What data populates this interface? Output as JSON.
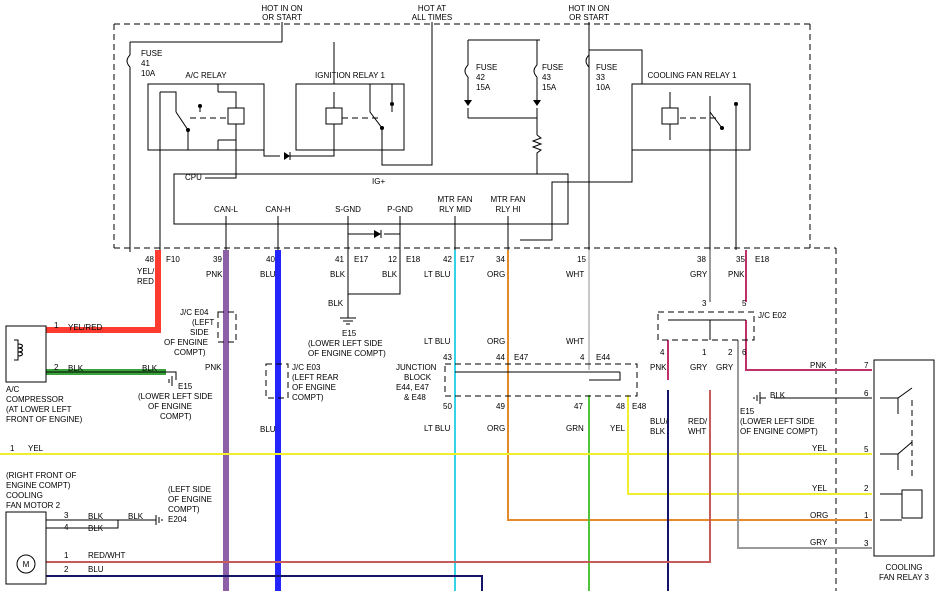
{
  "title": "",
  "palette": {
    "red": "#ff3a2e",
    "purple": "#8d5fa6",
    "blue": "#2424ff",
    "lt_blu": "#34d3e6",
    "org": "#e58a2a",
    "wht": "#c8c8c8",
    "grn": "#52c43c",
    "yel": "#f2ee2a",
    "pnk": "#c0306a",
    "blu_dark": "#14146a",
    "red_wht": "#c85a5a",
    "gry": "#9a9a9a",
    "blk_green": "#3aa23a"
  },
  "sources": {
    "hot1": [
      "HOT IN ON",
      "OR START"
    ],
    "hot2": [
      "HOT AT",
      "ALL TIMES"
    ],
    "hot3": [
      "HOT IN ON",
      "OR START"
    ]
  },
  "fuses": {
    "f41": [
      "FUSE",
      "41",
      "10A"
    ],
    "f42": [
      "FUSE",
      "42",
      "15A"
    ],
    "f43": [
      "FUSE",
      "43",
      "15A"
    ],
    "f33": [
      "FUSE",
      "33",
      "10A"
    ]
  },
  "relays": {
    "ac": "A/C RELAY",
    "ign": "IGNITION RELAY 1",
    "cool1": "COOLING FAN RELAY 1",
    "cool3": [
      "COOLING",
      "FAN RELAY 3"
    ]
  },
  "cpu": {
    "label": "CPU",
    "ig": "IG+",
    "canl": "CAN-L",
    "canh": "CAN-H",
    "sgnd": "S-GND",
    "pgnd": "P-GND",
    "mtrmid": [
      "MTR FAN",
      "RLY MID"
    ],
    "mtrhi": [
      "MTR FAN",
      "RLY HI"
    ]
  },
  "pins": {
    "p48": "48",
    "f10": "F10",
    "p39": "39",
    "p40": "40",
    "p41": "41",
    "e17a": "E17",
    "p12": "12",
    "e18a": "E18",
    "p42": "42",
    "e17b": "E17",
    "p34": "34",
    "p15": "15",
    "p38": "38",
    "p35": "35",
    "e18b": "E18"
  },
  "wires": {
    "yelred": [
      "YEL/",
      "RED"
    ],
    "pnk": "PNK",
    "blu": "BLU",
    "blk": "BLK",
    "ltblu": "LT BLU",
    "org": "ORG",
    "wht": "WHT",
    "gry": "GRY",
    "grn": "GRN",
    "yel": "YEL",
    "blublk": [
      "BLU/",
      "BLK"
    ],
    "redwht": [
      "RED/",
      "WHT"
    ],
    "yelred_inline": "YEL/RED",
    "redwht_inline": "RED/WHT"
  },
  "junctions": {
    "je04": [
      "J/C E04",
      "(LEFT",
      "SIDE",
      "OF ENGINE",
      "COMPT)"
    ],
    "je03": [
      "J/C E03",
      "(LEFT REAR",
      "OF ENGINE",
      "COMPT)"
    ],
    "je02": "J/C E02",
    "jb": [
      "JUNCTION",
      "BLOCK",
      "E44, E47",
      "& E48"
    ]
  },
  "grounds": {
    "e15a": [
      "E15",
      "(LOWER LEFT SIDE",
      "OF ENGINE COMPT)"
    ],
    "e15b": [
      "E15",
      "(LOWER LEFT SIDE",
      "OF ENGINE",
      "COMPT)"
    ],
    "e15c": [
      "E15",
      "(LOWER LEFT SIDE",
      "OF ENGINE COMPT)"
    ],
    "e204": [
      "(LEFT SIDE",
      "OF ENGINE",
      "COMPT)",
      "E204"
    ]
  },
  "components": {
    "compressor": [
      "A/C",
      "COMPRESSOR",
      "(AT LOWER LEFT",
      "FRONT OF ENGINE)"
    ],
    "motor": [
      "(RIGHT FRONT OF",
      "ENGINE COMPT)",
      "COOLING",
      "FAN MOTOR 2"
    ]
  },
  "jb_pins": {
    "p43": "43",
    "p44": "44",
    "e47": "E47",
    "p4": "4",
    "e44": "E44",
    "p50": "50",
    "p49": "49",
    "p47": "47",
    "p48": "48",
    "e48": "E48"
  },
  "je02_pins": {
    "p3": "3",
    "p5": "5",
    "p4": "4",
    "p1": "1",
    "p2": "2",
    "p6": "6"
  },
  "misc_pins": {
    "one": "1",
    "two": "2",
    "three": "3",
    "four": "4",
    "five": "5",
    "six": "6",
    "seven": "7",
    "M": "M"
  }
}
